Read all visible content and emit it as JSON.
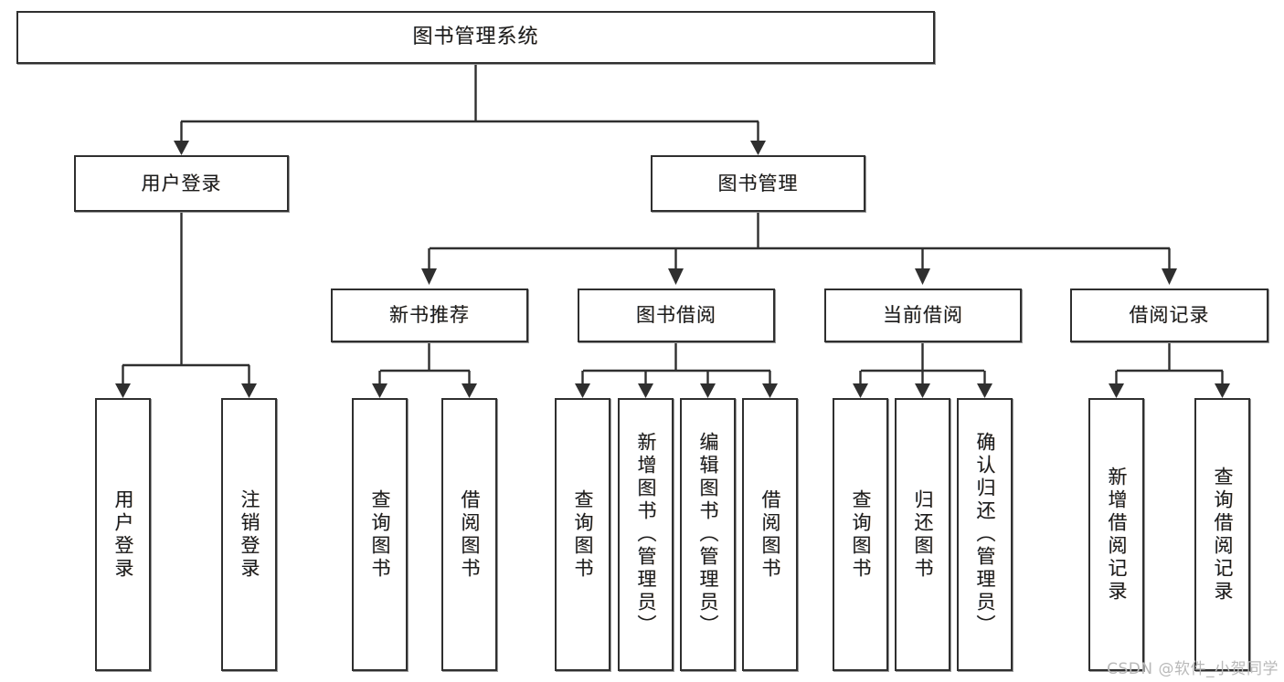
{
  "diagram": {
    "type": "tree-hierarchy",
    "title": "图书管理系统",
    "watermark": "CSDN @软件_小贺同学",
    "colors": {
      "stroke": "#2f2f2f",
      "fill": "#ffffff",
      "text": "#1c1c1c",
      "watermark": "#b9b9b9"
    },
    "levels": {
      "root": {
        "label": "图书管理系统"
      },
      "level2": [
        {
          "id": "user-login",
          "label": "用户登录"
        },
        {
          "id": "book-management",
          "label": "图书管理"
        }
      ],
      "level3": [
        {
          "id": "new-book-recommend",
          "label": "新书推荐",
          "parent": "book-management"
        },
        {
          "id": "book-borrow",
          "label": "图书借阅",
          "parent": "book-management"
        },
        {
          "id": "current-borrow",
          "label": "当前借阅",
          "parent": "book-management"
        },
        {
          "id": "borrow-record",
          "label": "借阅记录",
          "parent": "book-management"
        }
      ],
      "leaves": [
        {
          "id": "leaf-user-login",
          "label": "用户登录",
          "parent": "user-login"
        },
        {
          "id": "leaf-logout-login",
          "label": "注销登录",
          "parent": "user-login"
        },
        {
          "id": "leaf-query-book-1",
          "label": "查询图书",
          "parent": "new-book-recommend"
        },
        {
          "id": "leaf-borrow-book-1",
          "label": "借阅图书",
          "parent": "new-book-recommend"
        },
        {
          "id": "leaf-query-book-2",
          "label": "查询图书",
          "parent": "book-borrow"
        },
        {
          "id": "leaf-add-book",
          "label": "新增图书（管理员）",
          "parent": "book-borrow"
        },
        {
          "id": "leaf-edit-book",
          "label": "编辑图书（管理员）",
          "parent": "book-borrow"
        },
        {
          "id": "leaf-borrow-book-2",
          "label": "借阅图书",
          "parent": "book-borrow"
        },
        {
          "id": "leaf-query-book-3",
          "label": "查询图书",
          "parent": "current-borrow"
        },
        {
          "id": "leaf-return-book",
          "label": "归还图书",
          "parent": "current-borrow"
        },
        {
          "id": "leaf-confirm-return",
          "label": "确认归还（管理员）",
          "parent": "current-borrow"
        },
        {
          "id": "leaf-add-record",
          "label": "新增借阅记录",
          "parent": "borrow-record"
        },
        {
          "id": "leaf-query-record",
          "label": "查询借阅记录",
          "parent": "borrow-record"
        }
      ]
    }
  }
}
